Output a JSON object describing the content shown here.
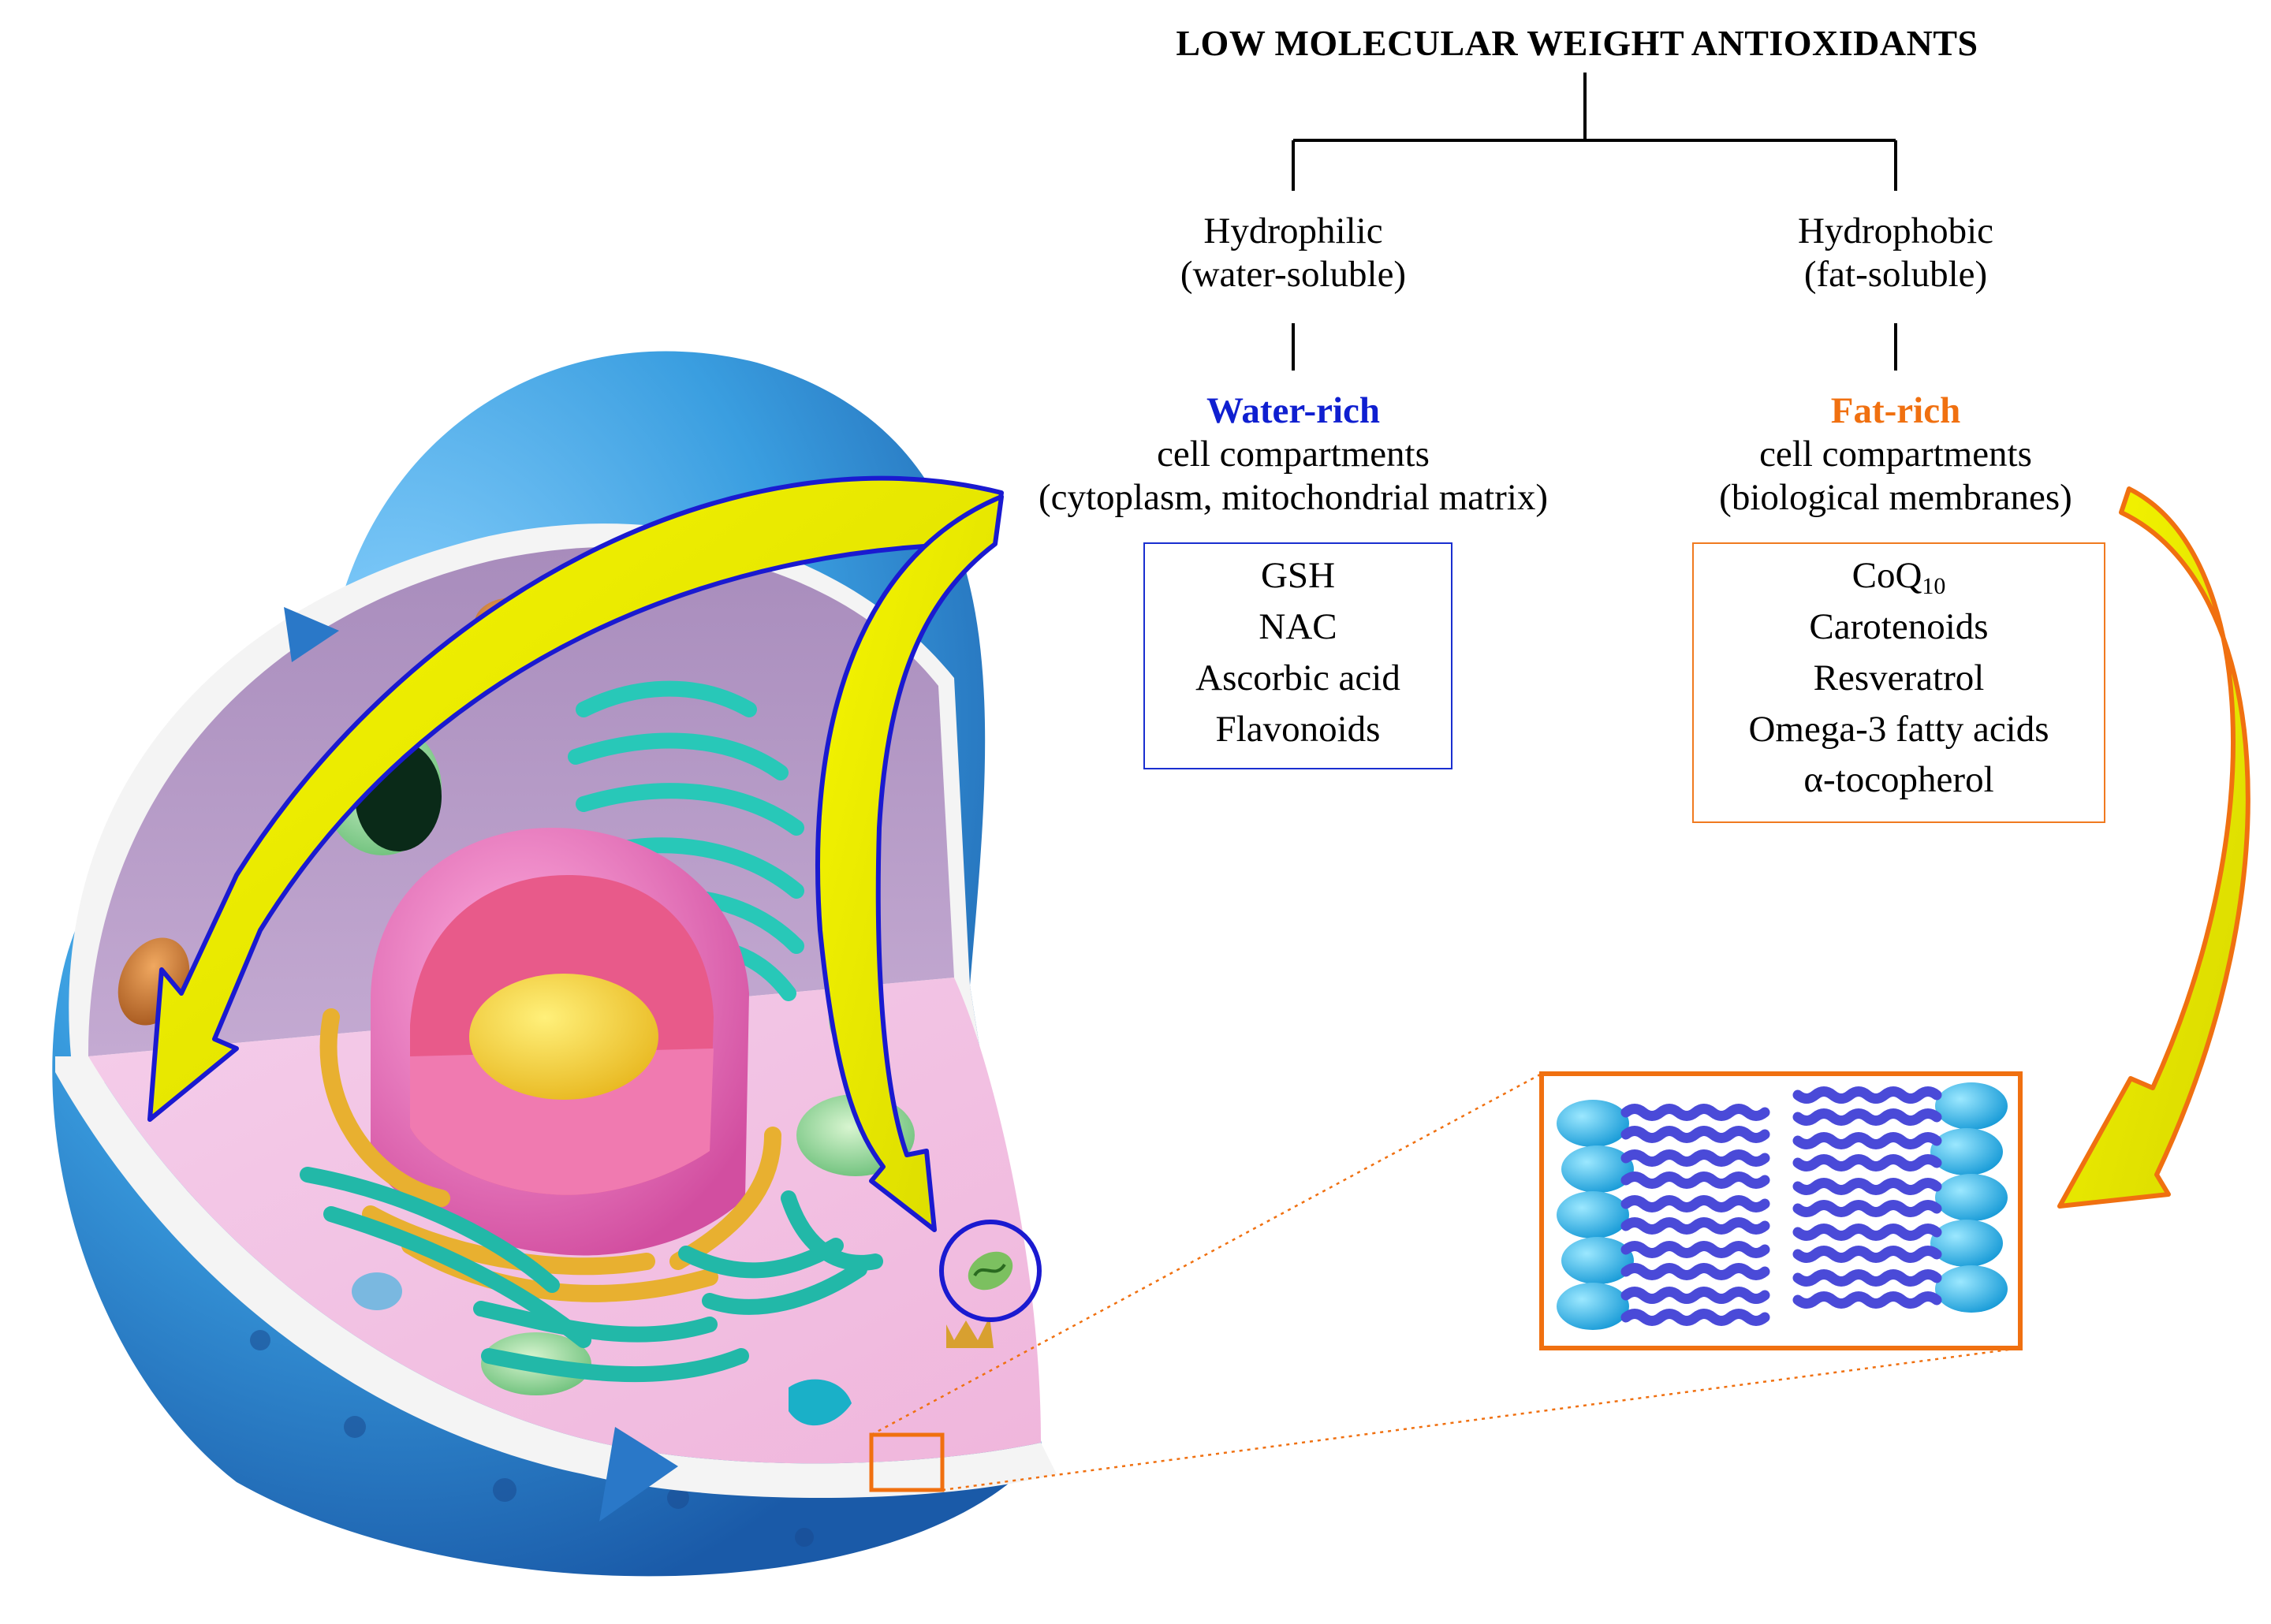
{
  "title": "LOW MOLECULAR WEIGHT ANTIOXIDANTS",
  "hydrophilic": {
    "name": "Hydrophilic",
    "note": "(water-soluble)",
    "highlight": "Water-rich",
    "compartments": "cell compartments",
    "examples": "(cytoplasm, mitochondrial matrix)",
    "items": [
      "GSH",
      "NAC",
      "Ascorbic acid",
      "Flavonoids"
    ]
  },
  "hydrophobic": {
    "name": "Hydrophobic",
    "note": "(fat-soluble)",
    "highlight": "Fat-rich",
    "compartments": "cell compartments",
    "examples": "(biological membranes)",
    "items": {
      "coq_base": "CoQ",
      "coq_sub": "10",
      "rest": [
        "Carotenoids",
        "Resveratrol",
        "Omega-3 fatty acids",
        "α-tocopherol"
      ]
    }
  },
  "colors": {
    "water": "#0f1fd0",
    "fat": "#f07010",
    "arrow_fill": "#e8e800",
    "membrane_border": "#f07010",
    "cell_outer": "#3aa0e0",
    "cytoplasm": "#b89cc8",
    "nucleus": "#f06aa8"
  },
  "icons": {
    "cell": "eukaryotic-cell-cutaway",
    "membrane": "phospholipid-bilayer",
    "water_arrows": "curved-arrow",
    "fat_arrow": "curved-arrow"
  }
}
